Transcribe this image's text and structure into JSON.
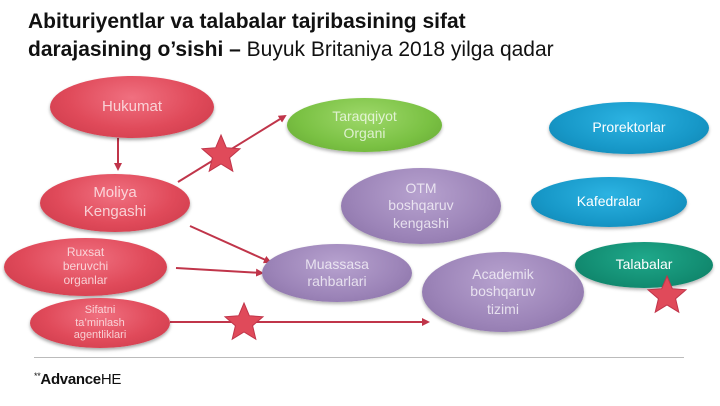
{
  "slide": {
    "title_bold_1": "Abituriyentlar va talabalar tajribasining sifat",
    "title_bold_2": "darajasining o’sishi –",
    "title_regular": " Buyuk Britaniya 2018 yilga qadar"
  },
  "nodes": {
    "hukumat": "Hukumat",
    "taraqqiyot_line1": "Taraqqiyot",
    "taraqqiyot_line2": "Organi",
    "moliya_line1": "Moliya",
    "moliya_line2": "Kengashi",
    "ruxsat_line1": "Ruxsat",
    "ruxsat_line2": "beruvchi",
    "ruxsat_line3": "organlar",
    "sifatni_line1": "Sifatni",
    "sifatni_line2": "ta’minlash",
    "sifatni_line3": "agentliklari",
    "otm_line1": "OTM",
    "otm_line2": "boshqaruv",
    "otm_line3": "kengashi",
    "muassasa_line1": "Muassasa",
    "muassasa_line2": "rahbarlari",
    "academik_line1": "Academik",
    "academik_line2": "boshqaruv",
    "academik_line3": "tizimi",
    "prorektorlar": "Prorektorlar",
    "kefedralar": "Kafedralar",
    "talabalar": "Talabalar"
  },
  "footer": {
    "logo_mark": "**",
    "logo_bold": "Advance",
    "logo_regular": "HE"
  },
  "colors": {
    "red": "#e04a5a",
    "green": "#7ac143",
    "purple": "#9c84b8",
    "blue": "#1798c8",
    "teal": "#138e73",
    "arrow": "#c0354a"
  }
}
